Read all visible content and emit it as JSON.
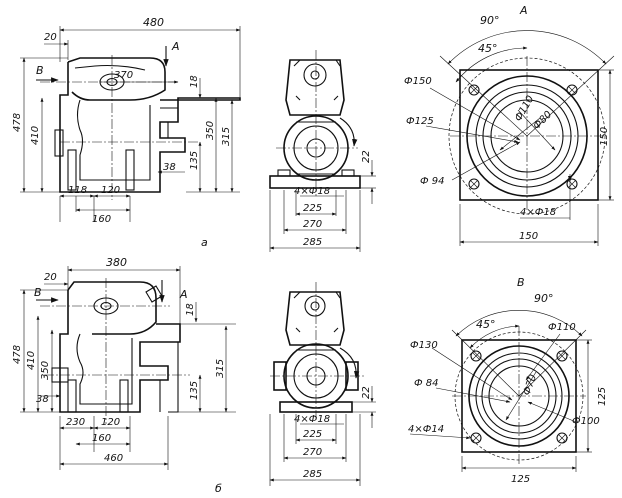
{
  "view_a": {
    "panel_label": "а",
    "side": {
      "d_480": "480",
      "d_20": "20",
      "d_370": "370",
      "d_410": "410",
      "d_478": "478",
      "d_118": "118",
      "d_120": "120",
      "d_160": "160",
      "d_38": "38",
      "d_18": "18",
      "d_350": "350",
      "d_315": "315",
      "d_135": "135",
      "arrow_a": "A",
      "arrow_b": "B"
    },
    "front": {
      "d_22": "22",
      "d_holes": "4×Ф18",
      "d_225": "225",
      "d_270": "270",
      "d_285": "285"
    },
    "flange": {
      "title": "А",
      "angle_90": "90°",
      "angle_45": "45°",
      "d_150": "Ф150",
      "d_125": "Ф125",
      "d_110": "Ф110",
      "d_80": "Ф80",
      "d_94": "Ф 94",
      "d_holes": "4×Ф18",
      "side_150": "150",
      "bottom_150": "150"
    }
  },
  "view_b": {
    "panel_label": "б",
    "side": {
      "d_380": "380",
      "d_20": "20",
      "d_410": "410",
      "d_478": "478",
      "d_350": "350",
      "d_38": "38",
      "d_230": "230",
      "d_120": "120",
      "d_160": "160",
      "d_460": "460",
      "d_18": "18",
      "d_315": "315",
      "d_135": "135",
      "arrow_a": "A",
      "arrow_b": "B"
    },
    "front": {
      "d_22": "22",
      "d_holes": "4×Ф18",
      "d_225": "225",
      "d_270": "270",
      "d_285": "285"
    },
    "flange": {
      "title": "В",
      "angle_90": "90°",
      "angle_45": "45°",
      "d_130": "Ф130",
      "d_110": "Ф110",
      "d_84": "Ф 84",
      "d_70": "Ф70",
      "d_100": "Ф100",
      "d_holes": "4×Ф14",
      "side_125": "125",
      "bottom_125": "125"
    }
  }
}
